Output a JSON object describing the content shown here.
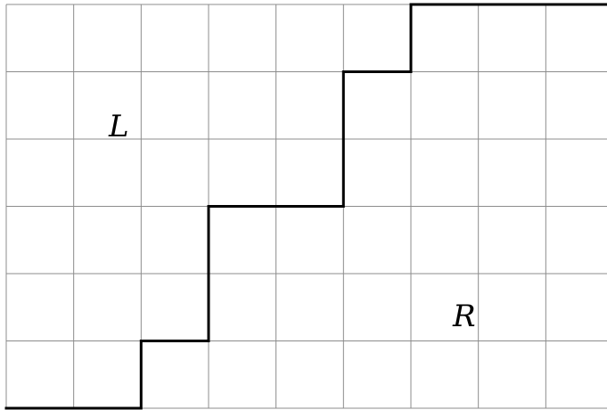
{
  "diagram": {
    "grid": {
      "columns": 9,
      "rows": 6,
      "line_color": "#8c8c8c",
      "background": "#ffffff"
    },
    "path": {
      "color": "#000000",
      "vertices": [
        [
          0,
          0
        ],
        [
          2,
          0
        ],
        [
          2,
          1
        ],
        [
          3,
          1
        ],
        [
          3,
          3
        ],
        [
          5,
          3
        ],
        [
          5,
          5
        ],
        [
          6,
          5
        ],
        [
          6,
          6
        ],
        [
          9,
          6
        ]
      ]
    },
    "labels": {
      "left": "L",
      "right": "R"
    }
  }
}
